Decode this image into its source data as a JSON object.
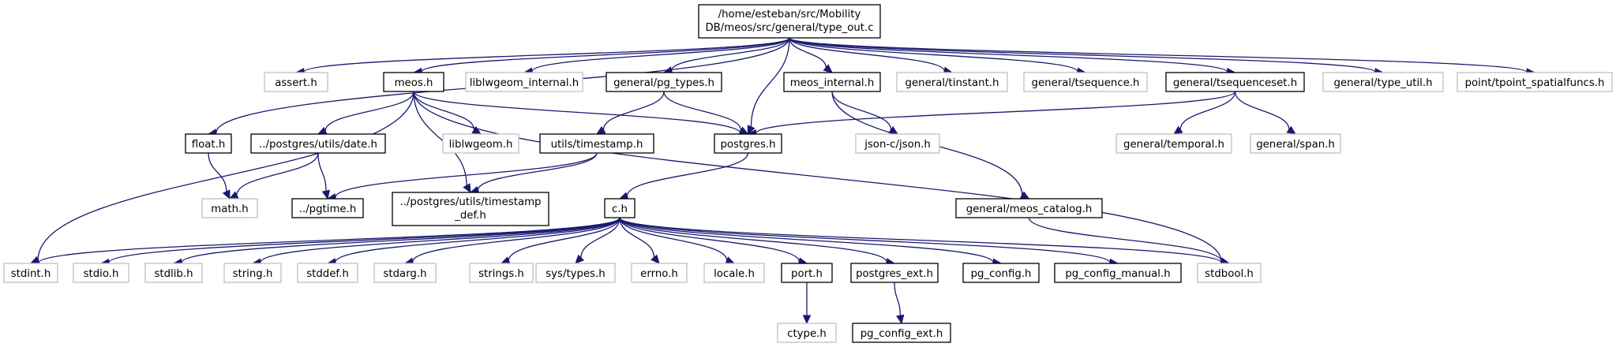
{
  "colors": {
    "edge": "#191970",
    "node_border_dark": "#000000",
    "node_border_light": "#bfbfbf",
    "root_fill": "#bfbfbf",
    "text": "#000000"
  },
  "nodes": [
    {
      "id": "root",
      "lines": [
        "/home/esteban/src/Mobility",
        "DB/meos/src/general/type_out.c"
      ],
      "style": "root"
    },
    {
      "id": "assert",
      "lines": [
        "assert.h"
      ],
      "style": "light"
    },
    {
      "id": "meos",
      "lines": [
        "meos.h"
      ],
      "style": "dark"
    },
    {
      "id": "liblwgeom_internal",
      "lines": [
        "liblwgeom_internal.h"
      ],
      "style": "light"
    },
    {
      "id": "pg_types",
      "lines": [
        "general/pg_types.h"
      ],
      "style": "dark"
    },
    {
      "id": "meos_internal",
      "lines": [
        "meos_internal.h"
      ],
      "style": "dark"
    },
    {
      "id": "tinstant",
      "lines": [
        "general/tinstant.h"
      ],
      "style": "light"
    },
    {
      "id": "tsequence",
      "lines": [
        "general/tsequence.h"
      ],
      "style": "light"
    },
    {
      "id": "tsequenceset",
      "lines": [
        "general/tsequenceset.h"
      ],
      "style": "dark"
    },
    {
      "id": "type_util",
      "lines": [
        "general/type_util.h"
      ],
      "style": "light"
    },
    {
      "id": "tpoint_spatialfuncs",
      "lines": [
        "point/tpoint_spatialfuncs.h"
      ],
      "style": "light"
    },
    {
      "id": "float",
      "lines": [
        "float.h"
      ],
      "style": "dark"
    },
    {
      "id": "date",
      "lines": [
        "../postgres/utils/date.h"
      ],
      "style": "dark"
    },
    {
      "id": "liblwgeom",
      "lines": [
        "liblwgeom.h"
      ],
      "style": "light"
    },
    {
      "id": "postgres",
      "lines": [
        "postgres.h"
      ],
      "style": "dark"
    },
    {
      "id": "timestamp",
      "lines": [
        "utils/timestamp.h"
      ],
      "style": "dark"
    },
    {
      "id": "json",
      "lines": [
        "json-c/json.h"
      ],
      "style": "light"
    },
    {
      "id": "temporal",
      "lines": [
        "general/temporal.h"
      ],
      "style": "light"
    },
    {
      "id": "span",
      "lines": [
        "general/span.h"
      ],
      "style": "light"
    },
    {
      "id": "math",
      "lines": [
        "math.h"
      ],
      "style": "light"
    },
    {
      "id": "pgtime",
      "lines": [
        "../pgtime.h"
      ],
      "style": "dark"
    },
    {
      "id": "timestamp_def",
      "lines": [
        "../postgres/utils/timestamp",
        "_def.h"
      ],
      "style": "dark"
    },
    {
      "id": "c",
      "lines": [
        "c.h"
      ],
      "style": "dark"
    },
    {
      "id": "meos_catalog",
      "lines": [
        "general/meos_catalog.h"
      ],
      "style": "dark"
    },
    {
      "id": "stdint",
      "lines": [
        "stdint.h"
      ],
      "style": "light"
    },
    {
      "id": "stdio",
      "lines": [
        "stdio.h"
      ],
      "style": "light"
    },
    {
      "id": "stdlib",
      "lines": [
        "stdlib.h"
      ],
      "style": "light"
    },
    {
      "id": "string",
      "lines": [
        "string.h"
      ],
      "style": "light"
    },
    {
      "id": "stddef",
      "lines": [
        "stddef.h"
      ],
      "style": "light"
    },
    {
      "id": "stdarg",
      "lines": [
        "stdarg.h"
      ],
      "style": "light"
    },
    {
      "id": "strings",
      "lines": [
        "strings.h"
      ],
      "style": "light"
    },
    {
      "id": "systypes",
      "lines": [
        "sys/types.h"
      ],
      "style": "light"
    },
    {
      "id": "errno",
      "lines": [
        "errno.h"
      ],
      "style": "light"
    },
    {
      "id": "locale",
      "lines": [
        "locale.h"
      ],
      "style": "light"
    },
    {
      "id": "port",
      "lines": [
        "port.h"
      ],
      "style": "dark"
    },
    {
      "id": "postgres_ext",
      "lines": [
        "postgres_ext.h"
      ],
      "style": "dark"
    },
    {
      "id": "pg_config",
      "lines": [
        "pg_config.h"
      ],
      "style": "dark"
    },
    {
      "id": "pg_config_manual",
      "lines": [
        "pg_config_manual.h"
      ],
      "style": "dark"
    },
    {
      "id": "stdbool",
      "lines": [
        "stdbool.h"
      ],
      "style": "light"
    },
    {
      "id": "ctype",
      "lines": [
        "ctype.h"
      ],
      "style": "light"
    },
    {
      "id": "pg_config_ext",
      "lines": [
        "pg_config_ext.h"
      ],
      "style": "dark"
    }
  ],
  "edges": [
    [
      "root",
      "assert"
    ],
    [
      "root",
      "meos"
    ],
    [
      "root",
      "liblwgeom_internal"
    ],
    [
      "root",
      "pg_types"
    ],
    [
      "root",
      "meos_internal"
    ],
    [
      "root",
      "tinstant"
    ],
    [
      "root",
      "tsequence"
    ],
    [
      "root",
      "tsequenceset"
    ],
    [
      "root",
      "type_util"
    ],
    [
      "root",
      "tpoint_spatialfuncs"
    ],
    [
      "root",
      "float"
    ],
    [
      "root",
      "postgres"
    ],
    [
      "meos",
      "date"
    ],
    [
      "meos",
      "liblwgeom"
    ],
    [
      "meos",
      "postgres"
    ],
    [
      "meos",
      "stdint"
    ],
    [
      "meos",
      "timestamp_def"
    ],
    [
      "meos",
      "stdbool"
    ],
    [
      "pg_types",
      "postgres"
    ],
    [
      "pg_types",
      "timestamp"
    ],
    [
      "meos_internal",
      "json"
    ],
    [
      "meos_internal",
      "meos_catalog"
    ],
    [
      "tsequenceset",
      "postgres"
    ],
    [
      "tsequenceset",
      "temporal"
    ],
    [
      "tsequenceset",
      "span"
    ],
    [
      "float",
      "math"
    ],
    [
      "date",
      "math"
    ],
    [
      "date",
      "pgtime"
    ],
    [
      "timestamp",
      "pgtime"
    ],
    [
      "timestamp",
      "timestamp_def"
    ],
    [
      "postgres",
      "c"
    ],
    [
      "meos_catalog",
      "stdbool"
    ],
    [
      "c",
      "stdint"
    ],
    [
      "c",
      "stdio"
    ],
    [
      "c",
      "stdlib"
    ],
    [
      "c",
      "string"
    ],
    [
      "c",
      "stddef"
    ],
    [
      "c",
      "stdarg"
    ],
    [
      "c",
      "strings"
    ],
    [
      "c",
      "systypes"
    ],
    [
      "c",
      "errno"
    ],
    [
      "c",
      "locale"
    ],
    [
      "c",
      "port"
    ],
    [
      "c",
      "postgres_ext"
    ],
    [
      "c",
      "pg_config"
    ],
    [
      "c",
      "pg_config_manual"
    ],
    [
      "c",
      "stdbool"
    ],
    [
      "port",
      "ctype"
    ],
    [
      "postgres_ext",
      "pg_config_ext"
    ]
  ]
}
